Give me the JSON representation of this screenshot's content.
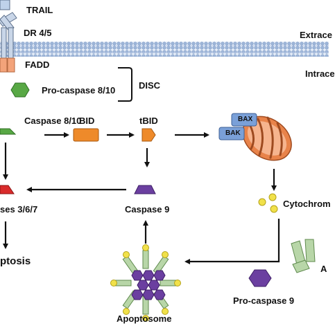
{
  "labels": {
    "trail": "TRAIL",
    "dr45": "DR 4/5",
    "fadd": "FADD",
    "extracellular": "Extrace",
    "intracellular": "Intrace",
    "procaspase810": "Pro-caspase 8/10",
    "disc": "DISC",
    "caspase810": "Caspase 8/10",
    "bid": "BID",
    "tbid": "tBID",
    "bax": "BAX",
    "bak": "BAK",
    "cytochrome": "Cytochrom",
    "caspase9": "Caspase 9",
    "caspases367": "ses 3/6/7",
    "apoptosis": "ptosis",
    "apoptosome": "Apoptosome",
    "procaspase9": "Pro-caspase 9",
    "apaf": "A"
  },
  "colors": {
    "membrane": "#9db5d8",
    "membrane_stroke": "#6f8fbf",
    "receptor": "#c9d6e8",
    "fadd": "#f3a37a",
    "procaspase_green": "#58a845",
    "bid_orange": "#ee8a2a",
    "caspase9_purple": "#6b3fa0",
    "caspase3_red": "#d92b2b",
    "bax_blue": "#7aa0d8",
    "mito_orange": "#e8834a",
    "cytochrome_yellow": "#f1e14a",
    "apaf_green": "#b8d6a8"
  }
}
